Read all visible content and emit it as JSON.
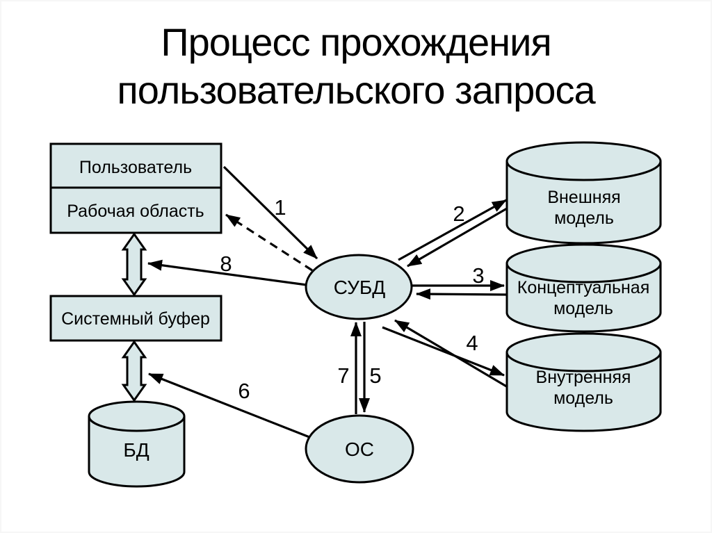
{
  "title": {
    "line1": "Процесс прохождения",
    "line2": "пользовательского запроса"
  },
  "nodes": {
    "user": {
      "label": "Пользователь"
    },
    "work_area": {
      "label": "Рабочая область"
    },
    "system_buffer": {
      "label": "Системный буфер"
    },
    "db": {
      "label": "БД"
    },
    "dbms": {
      "label": "СУБД"
    },
    "os": {
      "label": "ОС"
    },
    "external_model": {
      "line1": "Внешняя",
      "line2": "модель"
    },
    "conceptual_model": {
      "line1": "Концептуальная",
      "line2": "модель"
    },
    "internal_model": {
      "line1": "Внутренняя",
      "line2": "модель"
    }
  },
  "arrow_labels": {
    "a1": "1",
    "a2": "2",
    "a3": "3",
    "a4": "4",
    "a5": "5",
    "a6": "6",
    "a7": "7",
    "a8": "8"
  },
  "colors": {
    "shape_fill": "#d9e8e9",
    "stroke": "#000000",
    "text": "#000000",
    "background": "#ffffff"
  }
}
